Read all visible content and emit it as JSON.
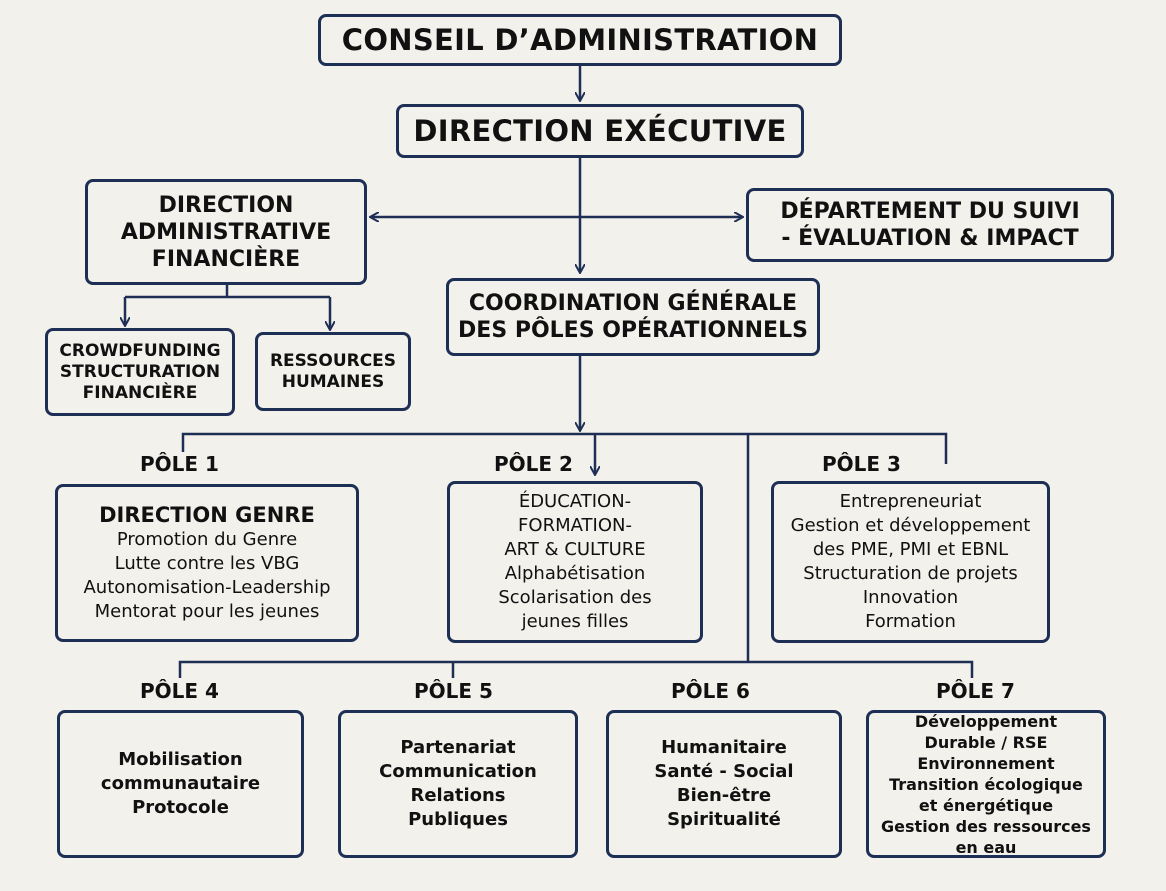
{
  "conseil": {
    "label": "CONSEIL D’ADMINISTRATION"
  },
  "direction_executive": {
    "label": "DIRECTION EXÉCUTIVE"
  },
  "daf": {
    "lines": [
      "DIRECTION",
      "ADMINISTRATIVE",
      "FINANCIÈRE"
    ]
  },
  "suivi": {
    "lines": [
      "DÉPARTEMENT DU SUIVI",
      "- ÉVALUATION & IMPACT"
    ]
  },
  "coordination": {
    "lines": [
      "COORDINATION GÉNÉRALE",
      "DES PÔLES OPÉRATIONNELS"
    ]
  },
  "crowdfunding": {
    "lines": [
      "CROWDFUNDING",
      "STRUCTURATION",
      "FINANCIÈRE"
    ]
  },
  "rh": {
    "lines": [
      "RESSOURCES",
      "HUMAINES"
    ]
  },
  "poles": [
    {
      "label": "PÔLE 1",
      "head": "DIRECTION GENRE",
      "lines": [
        "Promotion du Genre",
        "Lutte contre les VBG",
        "Autonomisation-Leadership",
        "Mentorat pour les jeunes"
      ]
    },
    {
      "label": "PÔLE 2",
      "lines": [
        "ÉDUCATION-",
        "FORMATION-",
        "ART & CULTURE",
        "Alphabétisation",
        "Scolarisation des",
        "jeunes filles"
      ]
    },
    {
      "label": "PÔLE 3",
      "lines": [
        "Entrepreneuriat",
        "Gestion et développement",
        "des PME, PMI et EBNL",
        "Structuration de projets",
        "Innovation",
        "Formation"
      ]
    },
    {
      "label": "PÔLE 4",
      "lines": [
        "Mobilisation",
        "communautaire",
        "Protocole"
      ]
    },
    {
      "label": "PÔLE 5",
      "lines": [
        "Partenariat",
        "Communication",
        "Relations",
        "Publiques"
      ]
    },
    {
      "label": "PÔLE 6",
      "lines": [
        "Humanitaire",
        "Santé - Social",
        "Bien-être",
        "Spiritualité"
      ]
    },
    {
      "label": "PÔLE 7",
      "lines": [
        "Développement",
        "Durable / RSE",
        "Environnement",
        "Transition  écologique",
        "et énergétique",
        "Gestion des ressources",
        "en eau"
      ]
    }
  ],
  "colors": {
    "border": "#1e2f55",
    "background": "#f3f1ec",
    "text": "#111111"
  }
}
